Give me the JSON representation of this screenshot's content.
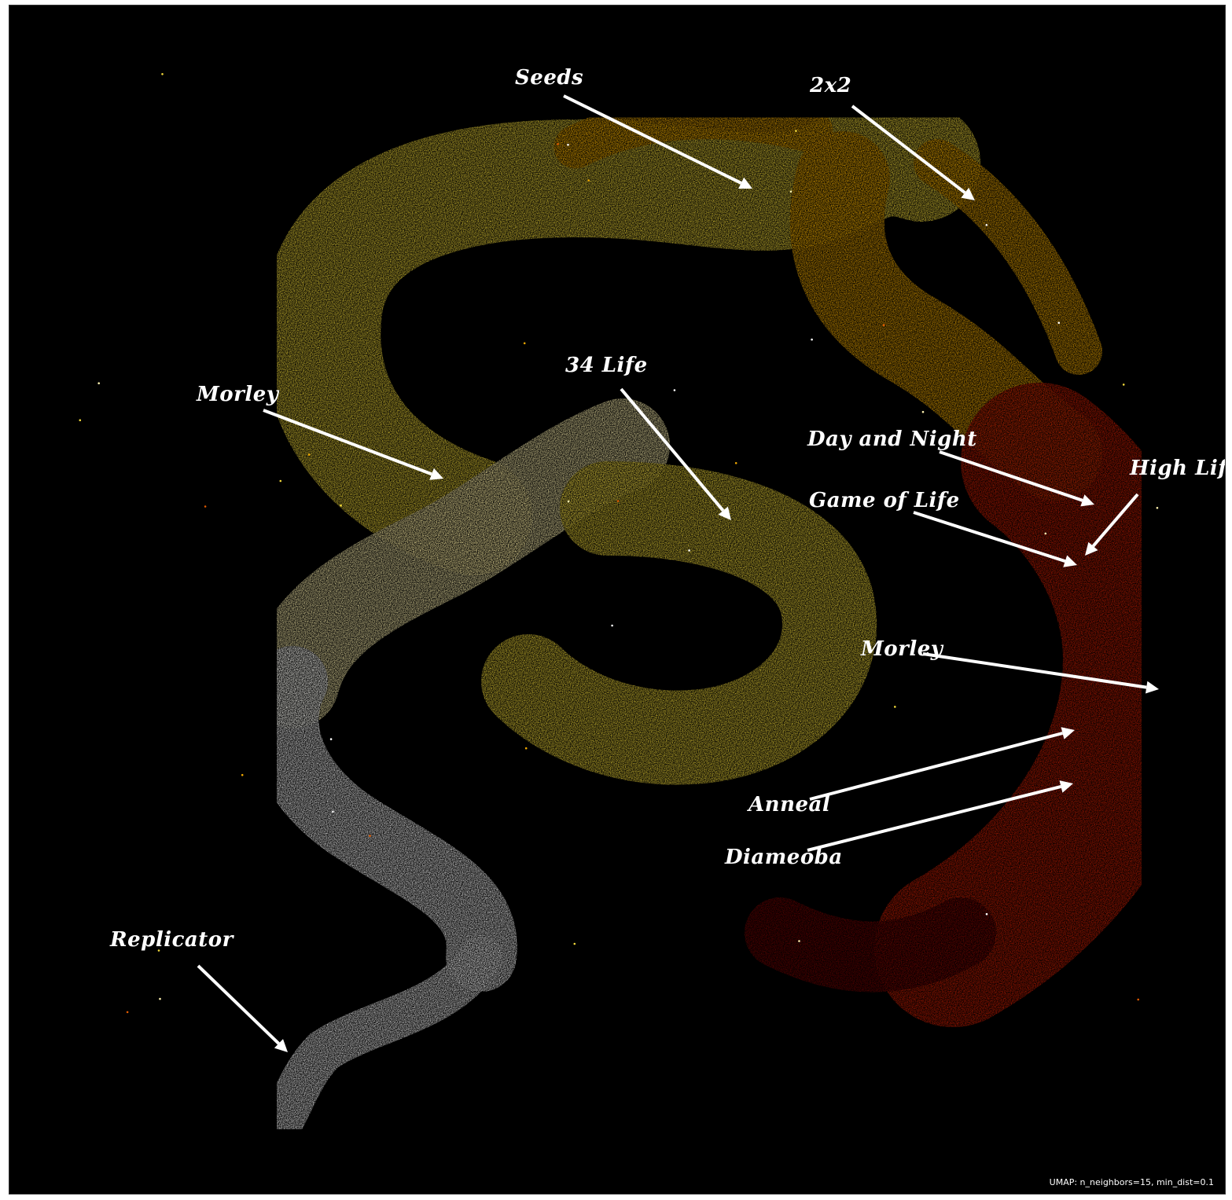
{
  "chart_data": {
    "type": "scatter",
    "title": "",
    "xlabel": "",
    "ylabel": "",
    "grid": false,
    "colormap": [
      "#ffffff",
      "#fff3b0",
      "#f2d93a",
      "#f0a800",
      "#e25a00",
      "#c91c06",
      "#6e0a02"
    ],
    "background": "#000000",
    "annotations": [
      {
        "text": "Seeds"
      },
      {
        "text": "2x2"
      },
      {
        "text": "Morley"
      },
      {
        "text": "34 Life"
      },
      {
        "text": "Day and Night"
      },
      {
        "text": "High Life"
      },
      {
        "text": "Game of Life"
      },
      {
        "text": "Morley"
      },
      {
        "text": "Anneal"
      },
      {
        "text": "Diameoba"
      },
      {
        "text": "Replicator"
      }
    ]
  },
  "footer": "UMAP: n_neighbors=15, min_dist=0.1"
}
